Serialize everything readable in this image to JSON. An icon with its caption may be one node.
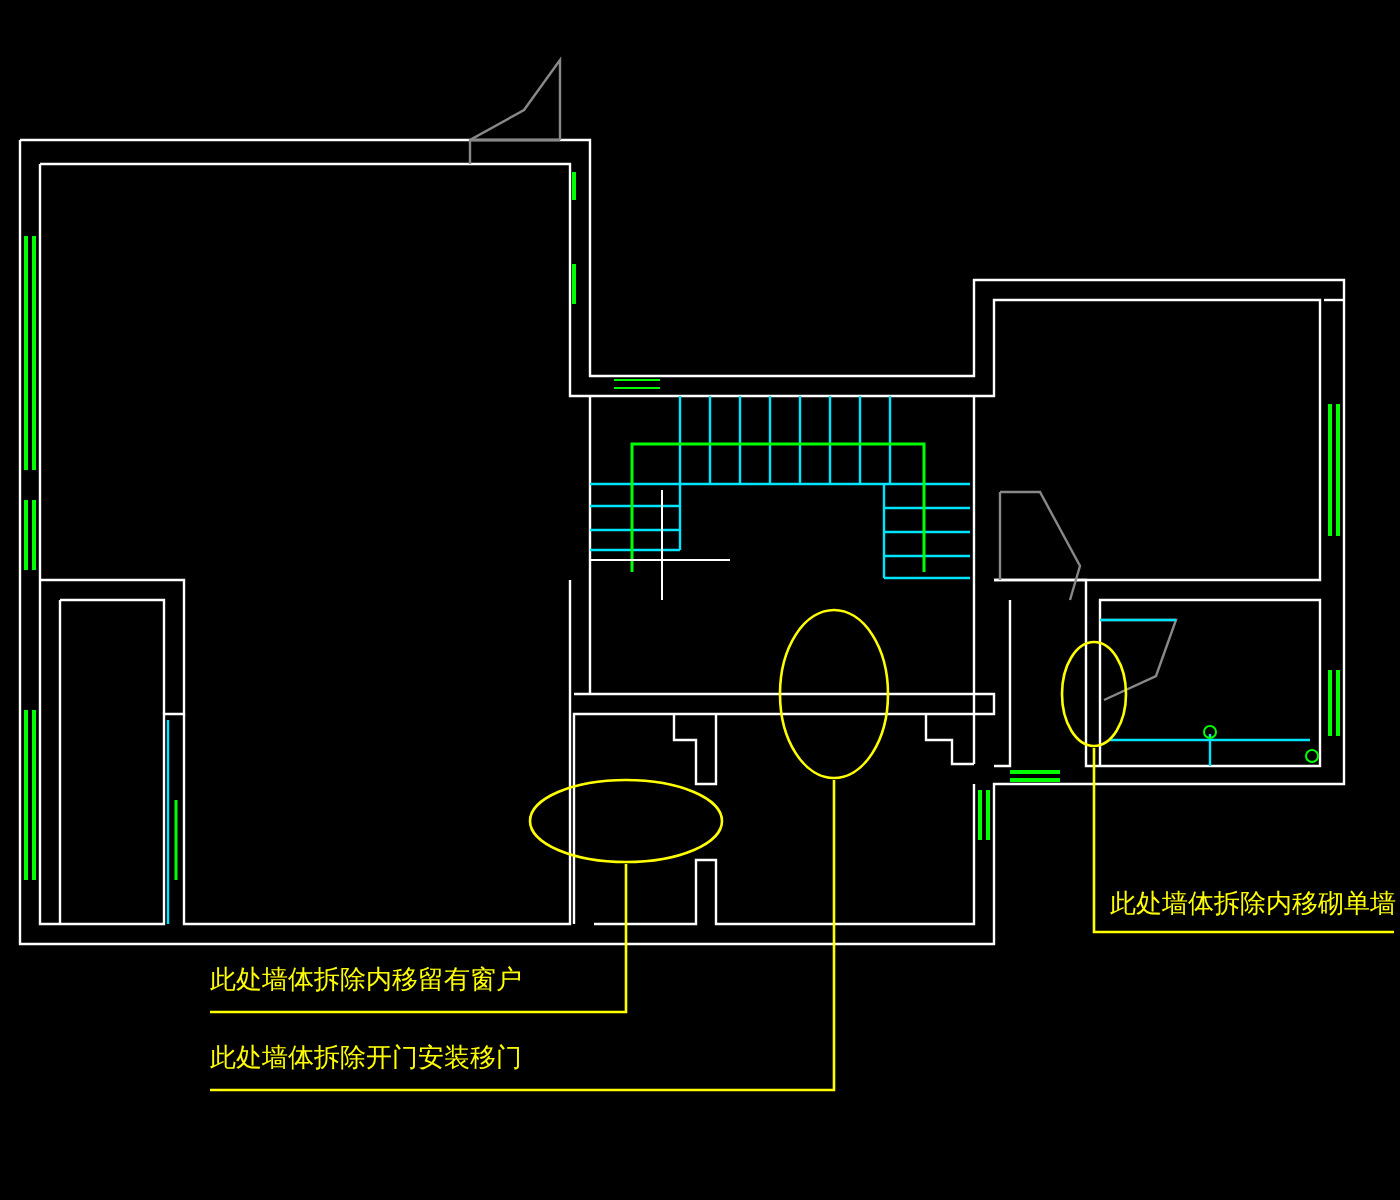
{
  "diagram": {
    "nodes": [
      {
        "text": [],
        "shape": "ellipse"
      },
      {
        "text": [],
        "shape": "ellipse"
      },
      {
        "text": [],
        "shape": "ellipse"
      },
      {
        "text": [
          "此处墙体拆除内移砌单墙"
        ]
      },
      {
        "text": [
          "此处墙体拆除内移留有窗户"
        ]
      },
      {
        "text": [
          "此处墙体拆除开门安装移门"
        ]
      }
    ],
    "edges": [
      {
        "from": 3,
        "to": 2,
        "arrow": "none"
      },
      {
        "from": 4,
        "to": 0,
        "arrow": "none"
      },
      {
        "from": 5,
        "to": 1,
        "arrow": "none"
      }
    ]
  }
}
